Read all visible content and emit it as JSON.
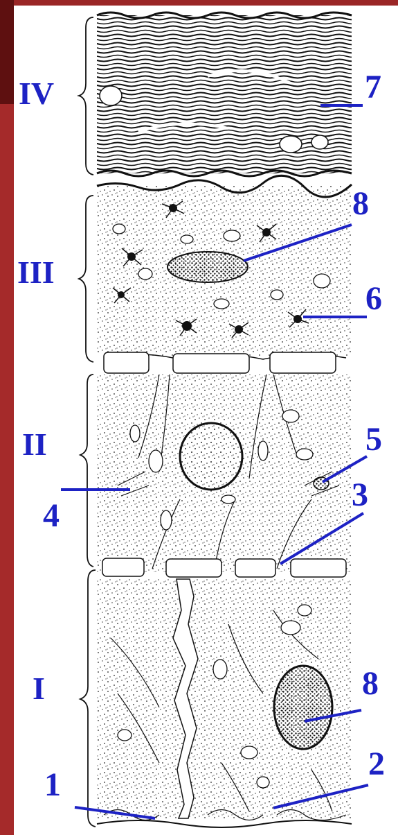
{
  "colors": {
    "frame": "#a52a2a",
    "frame_dark": "#5e1010",
    "label_blue": "#1d22c4",
    "ink": "#111111",
    "background": "#ffffff"
  },
  "layers": [
    {
      "id": "IV",
      "label": "IV"
    },
    {
      "id": "III",
      "label": "III"
    },
    {
      "id": "II",
      "label": "II"
    },
    {
      "id": "I",
      "label": "I"
    }
  ],
  "callouts": [
    {
      "id": "c7",
      "label": "7"
    },
    {
      "id": "c8a",
      "label": "8"
    },
    {
      "id": "c6",
      "label": "6"
    },
    {
      "id": "c5",
      "label": "5"
    },
    {
      "id": "c4",
      "label": "4"
    },
    {
      "id": "c3",
      "label": "3"
    },
    {
      "id": "c8b",
      "label": "8"
    },
    {
      "id": "c2",
      "label": "2"
    },
    {
      "id": "c1",
      "label": "1"
    }
  ]
}
